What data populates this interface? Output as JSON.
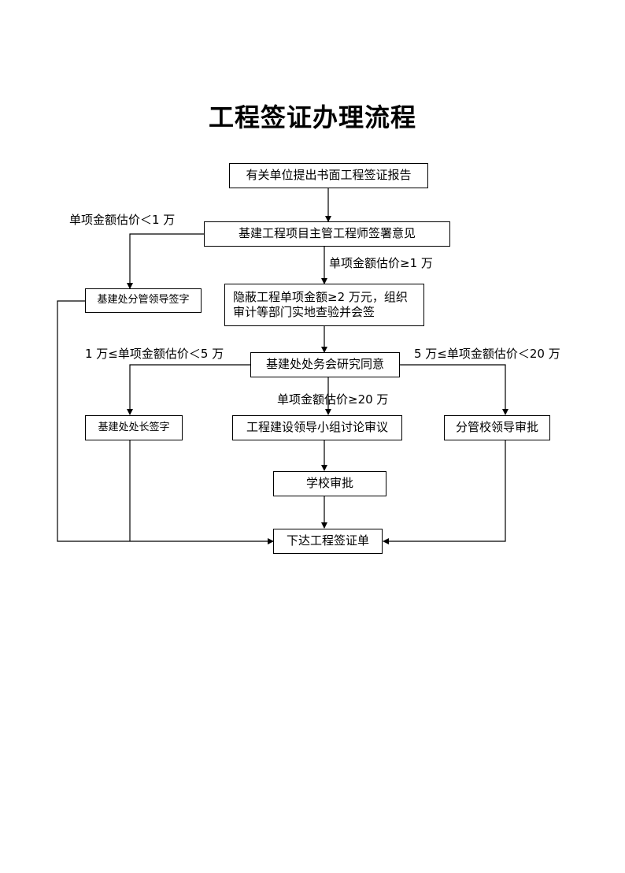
{
  "title": "工程签证办理流程",
  "nodes": {
    "report": "有关单位提出书面工程签证报告",
    "engineer_opinion": "基建工程项目主管工程师签署意见",
    "deputy_sign": "基建处分管领导签字",
    "hidden_work_line1": "隐蔽工程单项金额≥2 万元，组织",
    "hidden_work_line2": "审计等部门实地查验并会签",
    "office_meeting": "基建处处务会研究同意",
    "director_sign": "基建处处长签字",
    "leadership_group": "工程建设领导小组讨论审议",
    "vice_principal": "分管校领导审批",
    "school_approval": "学校审批",
    "issue_form": "下达工程签证单"
  },
  "labels": {
    "lt_1w": "单项金额估价＜1 万",
    "ge_1w": "单项金额估价≥1 万",
    "range_1_5": "1 万≤单项金额估价＜5 万",
    "range_5_20": "5 万≤单项金额估价＜20 万",
    "ge_20w": "单项金额估价≥20 万"
  }
}
